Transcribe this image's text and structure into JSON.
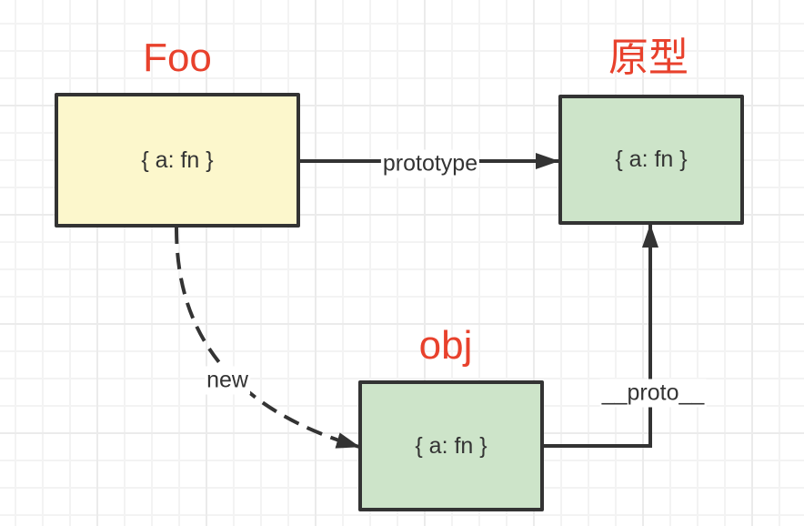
{
  "nodes": {
    "foo": {
      "title": "Foo",
      "content": "{ a: fn }",
      "fill": "#fcf7cc"
    },
    "prototype": {
      "title": "原型",
      "content": "{ a: fn }",
      "fill": "#cde4c9"
    },
    "obj": {
      "title": "obj",
      "content": "{ a: fn }",
      "fill": "#cde4c9"
    }
  },
  "edges": {
    "prototype": {
      "label": "prototype",
      "style": "solid",
      "from": "Foo",
      "to": "原型"
    },
    "new": {
      "label": "new",
      "style": "dashed",
      "from": "Foo",
      "to": "obj"
    },
    "proto": {
      "label": "__proto__",
      "style": "solid",
      "from": "obj",
      "to": "原型"
    }
  },
  "colors": {
    "title": "#e8412c",
    "stroke": "#333333"
  }
}
